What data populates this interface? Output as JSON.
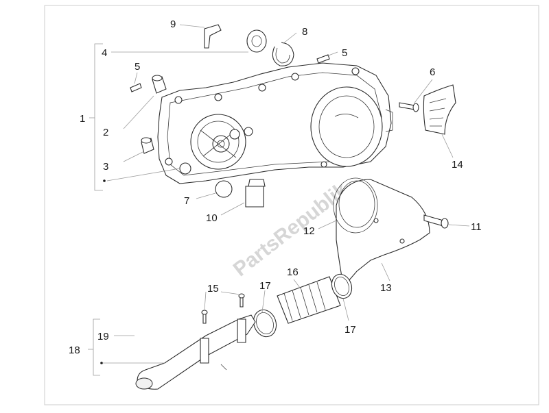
{
  "watermark": "PartsRepublik",
  "callouts": {
    "c1": "1",
    "c2": "2",
    "c3": "3",
    "c4": "4",
    "c5a": "5",
    "c5b": "5",
    "c6": "6",
    "c7": "7",
    "c8": "8",
    "c9": "9",
    "c10": "10",
    "c11": "11",
    "c12": "12",
    "c13": "13",
    "c14": "14",
    "c15": "15",
    "c16": "16",
    "c17a": "17",
    "c17b": "17",
    "c18": "18",
    "c19": "19"
  },
  "colors": {
    "line": "#2b2b2b",
    "leader": "#9a9a9a",
    "frame": "#cccccc"
  }
}
